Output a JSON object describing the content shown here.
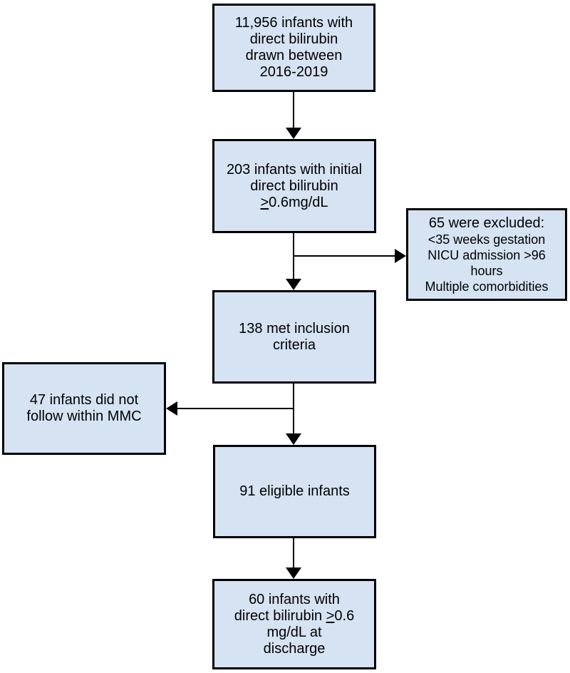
{
  "diagram": {
    "kind": "patient-flow-chart",
    "colors": {
      "background": "#ffffff",
      "box_fill": "#d5e3f2",
      "box_border": "#000000",
      "arrow": "#000000",
      "text": "#000000"
    },
    "boxes": {
      "initial": {
        "lines": [
          "11,956 infants with",
          "direct bilirubin",
          "drawn between",
          "2016-2019"
        ]
      },
      "screened": {
        "lines": [
          "203 infants with initial",
          "direct bilirubin",
          "≥0.6mg/dL"
        ]
      },
      "excluded": {
        "heading": "65 were excluded:",
        "lines": [
          "<35 weeks gestation",
          "NICU admission >96",
          "hours",
          "Multiple comorbidities"
        ]
      },
      "inclusion": {
        "lines": [
          "138 met inclusion",
          "criteria"
        ]
      },
      "no_follow": {
        "lines": [
          "47 infants did not",
          "follow within MMC"
        ]
      },
      "eligible": {
        "lines": [
          "91 eligible infants"
        ]
      },
      "final": {
        "lines": [
          "60 infants with",
          "direct bilirubin ≥0.6",
          "mg/dL at",
          "discharge"
        ]
      }
    }
  }
}
